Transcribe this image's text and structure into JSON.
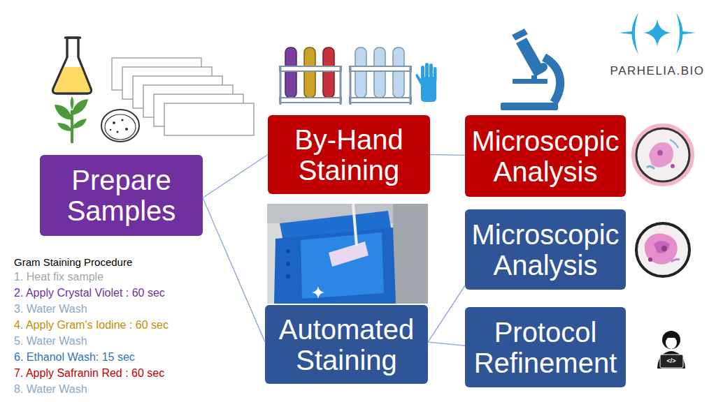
{
  "diagram": {
    "nodes": [
      {
        "text": [
          "Prepare Samples"
        ]
      },
      {
        "text": [
          "By-Hand Staining"
        ]
      },
      {
        "text": [
          "Automated Staining"
        ]
      },
      {
        "text": [
          "Microscopic Analysis"
        ]
      },
      {
        "text": [
          "Microscopic Analysis"
        ]
      },
      {
        "text": [
          "Protocol Refinement"
        ]
      }
    ],
    "edges": [
      {
        "from": 0,
        "to": 1,
        "arrow": "none"
      },
      {
        "from": 0,
        "to": 2,
        "arrow": "none"
      },
      {
        "from": 1,
        "to": 3,
        "arrow": "none"
      },
      {
        "from": 2,
        "to": 4,
        "arrow": "none"
      },
      {
        "from": 2,
        "to": 5,
        "arrow": "none"
      }
    ],
    "labels": [
      "Gram Staining Procedure",
      "1. Heat fix sample",
      "2. Apply Crystal Violet : 60 sec",
      "3. Water Wash",
      "4. Apply Gram's Iodine : 60 sec",
      "5. Water Wash",
      "6. Ethanol Wash: 15 sec",
      "7. Apply Safranin Red : 60 sec",
      "8. Water Wash",
      "PARHELIA.BIO",
      "</>"
    ]
  }
}
